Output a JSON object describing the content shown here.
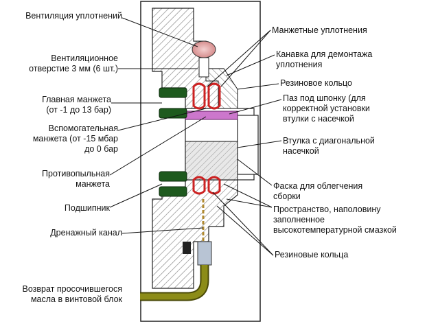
{
  "labels_left": {
    "seal_ventilation": "Вентиляция уплотнений",
    "vent_hole": "Вентиляционное\nотверстие 3 мм (6 шт.)",
    "main_cuff": "Главная манжета\n(от -1 до 13 бар)",
    "aux_cuff": "Вспомогательная\nманжета (от -15 мбар\nдо 0 бар",
    "dust_cuff": "Противопыльная\nманжета",
    "bearing": "Подшипник",
    "drain_channel": "Дренажный канал",
    "oil_return": "Возврат просочившегося\nмасла в винтовой блок"
  },
  "labels_right": {
    "lip_seals": "Манжетные уплотнения",
    "removal_groove": "Канавка для демонтажа\nуплотнения",
    "o_ring": "Резиновое кольцо",
    "key_slot": "Паз под шпонку (для\nкорректной установки\nвтулки с насечкой",
    "knurled_sleeve": "Втулка с диагональной\nнасечкой",
    "assembly_chamfer": "Фаска для облегчения\nсборки",
    "grease_space": "Пространство, наполовину\nзаполненное\nвысокотемпературной смазкой",
    "o_rings": "Резиновые кольца"
  },
  "colors": {
    "hatch_metal": "#9a9a9a",
    "cuff_green": "#1e5a1e",
    "seal_red": "#cc2222",
    "sleeve_magenta": "#cc77cc",
    "oil_pipe": "#7a7a10",
    "fitting": "#b8c4d4"
  }
}
